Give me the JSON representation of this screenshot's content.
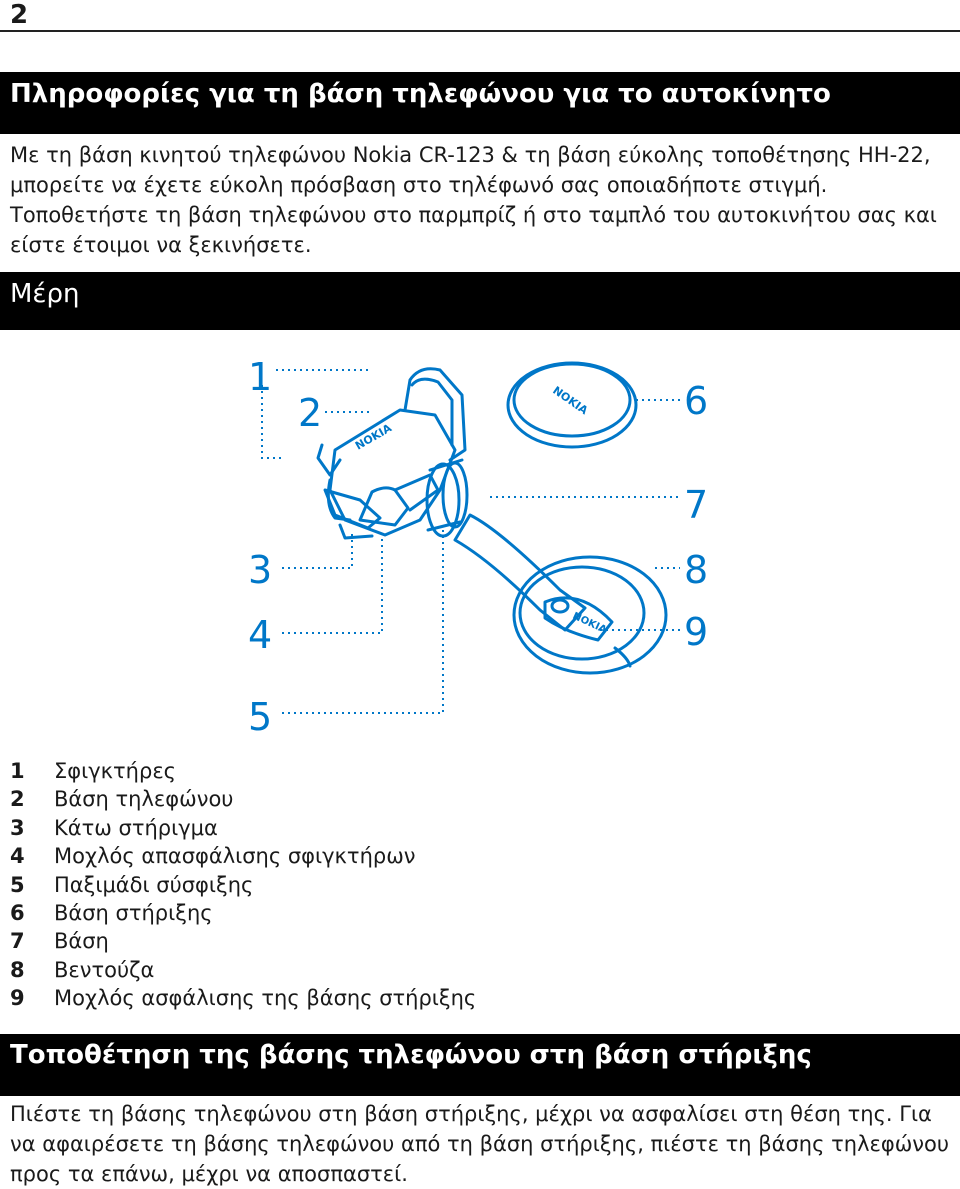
{
  "page": {
    "number": "2"
  },
  "sections": {
    "title": "Πληροφορίες για τη βάση τηλεφώνου για το αυτοκίνητο",
    "intro": "Με τη βάση κινητού τηλεφώνου Nokia CR-123 & τη βάση εύκολης τοποθέτησης HH-22, μπορείτε να έχετε εύκολη πρόσβαση στο τηλέφωνό σας οποιαδήποτε στιγμή. Τοποθετήστε τη βάση τηλεφώνου στο παρμπρίζ ή στο ταμπλό του αυτοκινήτου σας και είστε έτοιμοι να ξεκινήσετε.",
    "parts_heading": "Μέρη",
    "attach_heading": "Τοποθέτηση της βάσης τηλεφώνου στη βάση στήριξης",
    "attach_text": "Πιέστε τη βάσης τηλεφώνου στη βάση στήριξης, μέχρι να ασφαλίσει στη θέση της. Για να αφαιρέσετε τη βάσης τηλεφώνου από τη βάση στήριξης, πιέστε τη βάσης τηλεφώνου προς τα επάνω, μέχρι να αποσπαστεί."
  },
  "diagram": {
    "callouts": [
      "1",
      "2",
      "3",
      "4",
      "5",
      "6",
      "7",
      "8",
      "9"
    ],
    "brand_marks": [
      "NOKIA",
      "NOKIA",
      "NOKIA"
    ]
  },
  "parts": [
    {
      "num": "1",
      "label": "Σφιγκτήρες"
    },
    {
      "num": "2",
      "label": "Βάση τηλεφώνου"
    },
    {
      "num": "3",
      "label": "Κάτω στήριγμα"
    },
    {
      "num": "4",
      "label": "Μοχλός απασφάλισης σφιγκτήρων"
    },
    {
      "num": "5",
      "label": "Παξιμάδι σύσφιξης"
    },
    {
      "num": "6",
      "label": "Βάση στήριξης"
    },
    {
      "num": "7",
      "label": "Βάση"
    },
    {
      "num": "8",
      "label": "Βεντούζα"
    },
    {
      "num": "9",
      "label": "Μοχλός ασφάλισης της βάσης στήριξης"
    }
  ],
  "colors": {
    "line_art": "#0077c8",
    "bar_bg": "#000000",
    "bar_text": "#ffffff"
  }
}
